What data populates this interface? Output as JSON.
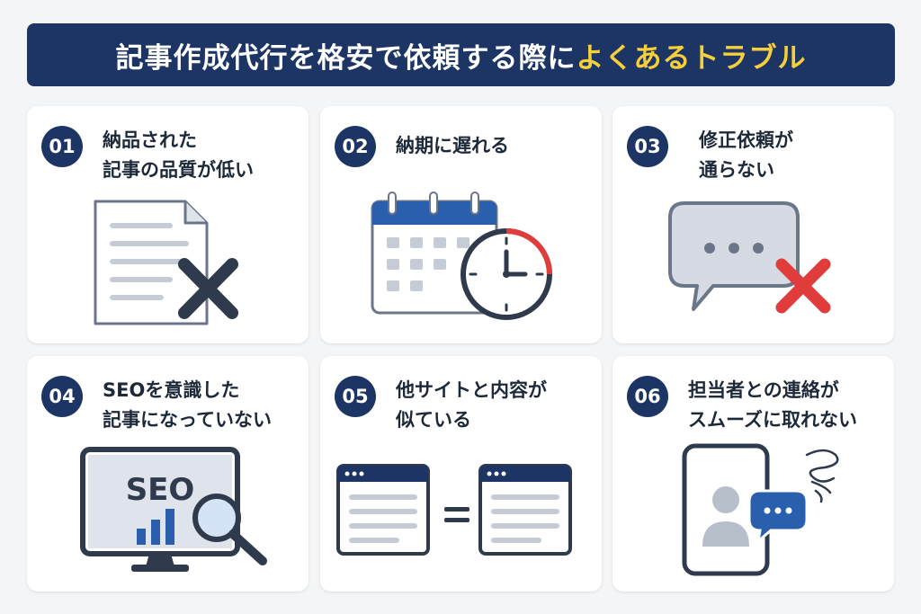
{
  "title": {
    "main": "記事作成代行を格安で依頼する際に",
    "highlight": "よくあるトラブル"
  },
  "colors": {
    "navy": "#1c3564",
    "accent_yellow": "#f6cf3a",
    "error_red": "#e03c3c",
    "icon_gray": "#c6ccd6"
  },
  "cards": [
    {
      "number": "01",
      "line1": "納品された",
      "line2": "記事の品質が低い",
      "icon": "document-x-icon"
    },
    {
      "number": "02",
      "line1": "納期に遅れる",
      "line2": "",
      "icon": "calendar-clock-icon"
    },
    {
      "number": "03",
      "line1": "修正依頼が",
      "line2": "通らない",
      "icon": "speech-bubble-x-icon"
    },
    {
      "number": "04",
      "line1": "SEOを意識した",
      "line2": "記事になっていない",
      "icon": "seo-monitor-icon",
      "monitor_text": "SEO"
    },
    {
      "number": "05",
      "line1": "他サイトと内容が",
      "line2": "似ている",
      "icon": "duplicate-pages-icon"
    },
    {
      "number": "06",
      "line1": "担当者との連絡が",
      "line2": "スムーズに取れない",
      "icon": "phone-contact-icon"
    }
  ]
}
